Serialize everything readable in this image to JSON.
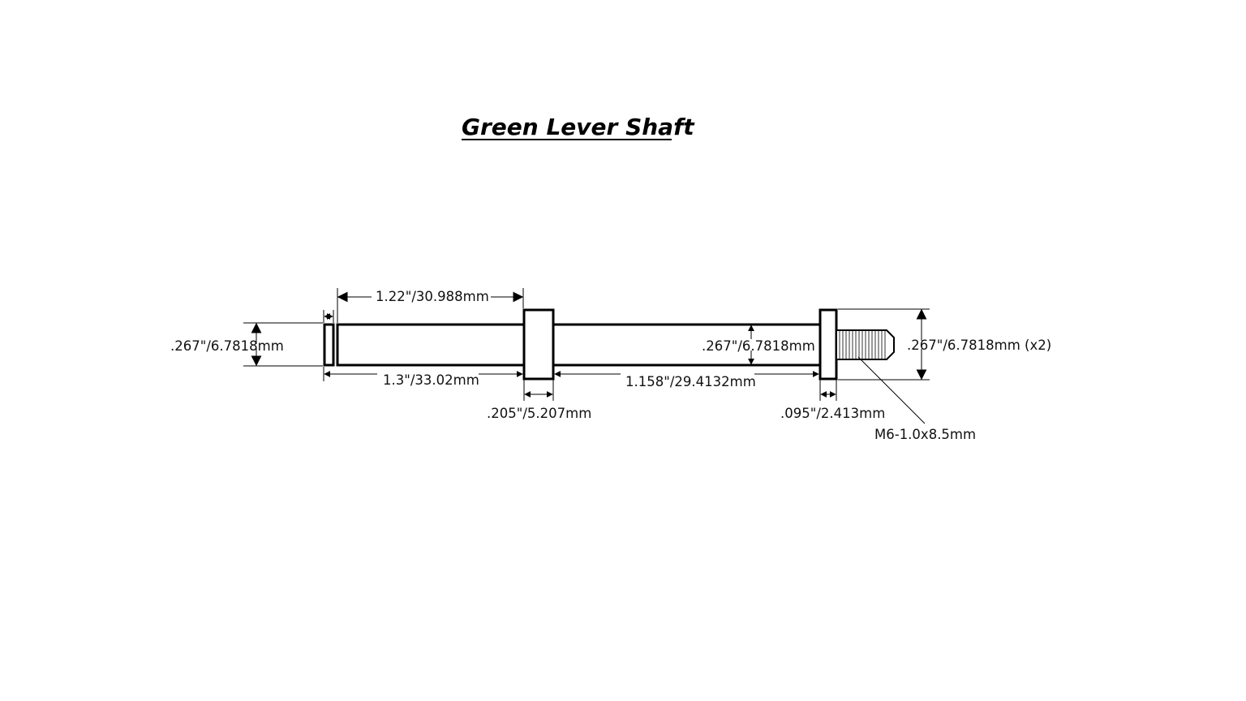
{
  "title": "Green Lever Shaft",
  "dimensions": {
    "left_diameter": ".267\"/6.7818mm",
    "groove_to_collar": "1.22\"/30.988mm",
    "end_to_collar": "1.3\"/33.02mm",
    "collar_width": ".205\"/5.207mm",
    "shaft_diameter": ".267\"/6.7818mm",
    "collar_to_flange": "1.158\"/29.4132mm",
    "flange_width": ".095\"/2.413mm",
    "flange_diameter": ".267\"/6.7818mm (x2)",
    "thread_spec": "M6-1.0x8.5mm"
  },
  "colors": {
    "line": "#000000",
    "background": "#ffffff"
  }
}
